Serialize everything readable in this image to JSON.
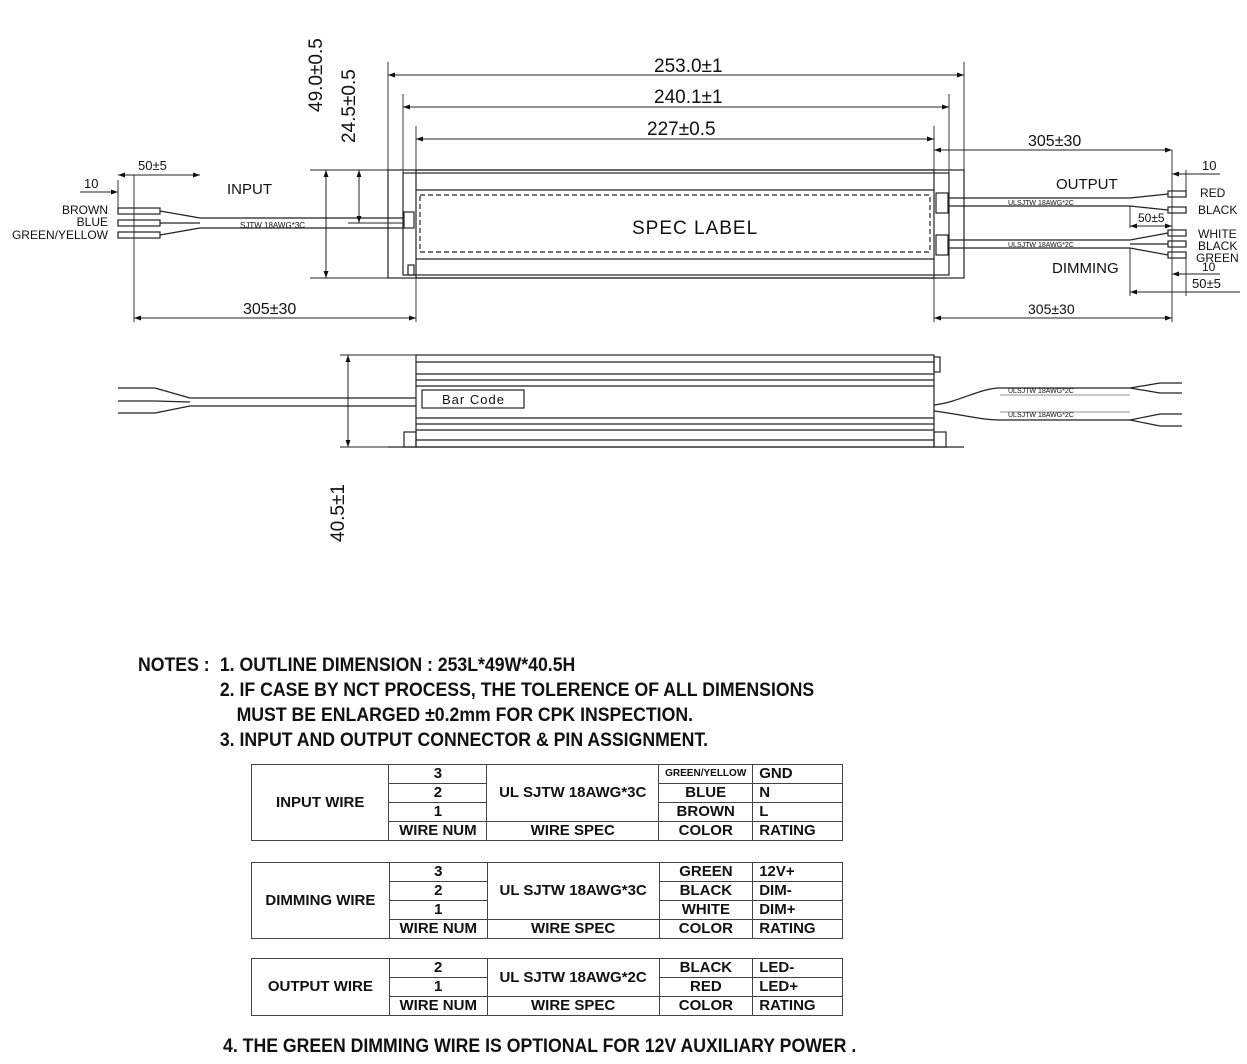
{
  "drawing": {
    "top_view": {
      "dims": {
        "overall_length": "253.0±1",
        "mount_length": "240.1±1",
        "body_length": "227±0.5",
        "height": "49.0±0.5",
        "half_height": "24.5±0.5",
        "input_cable_length": "305±30",
        "output_cable_length_top": "305±30",
        "output_cable_length_bottom": "305±30",
        "input_strip": "50±5",
        "input_tip": "10",
        "output_tip_top": "10",
        "output_strip_top": "50±5",
        "dimming_tip": "10",
        "dimming_strip": "50±5"
      },
      "labels": {
        "input": "INPUT",
        "output": "OUTPUT",
        "dimming": "DIMMING",
        "spec_label": "SPEC LABEL",
        "input_cable": "SJTW 18AWG*3C",
        "output_cable": "ULSJTW 18AWG*2C",
        "dimming_cable": "ULSJTW 18AWG*2C"
      },
      "input_wires": [
        "BROWN",
        "BLUE",
        "GREEN/YELLOW"
      ],
      "output_wires": [
        "RED",
        "BLACK"
      ],
      "dimming_wires": [
        "WHITE",
        "BLACK",
        "GREEN"
      ]
    },
    "side_view": {
      "height_dim": "40.5±1",
      "bar_code": "Bar Code",
      "cable_top": "ULSJTW 18AWG*2C",
      "cable_bottom": "ULSJTW 18AWG*2C"
    }
  },
  "notes": {
    "prefix": "NOTES :",
    "n1": "1. OUTLINE DIMENSION : 253L*49W*40.5H",
    "n2a": "2. IF CASE BY NCT PROCESS, THE TOLERENCE OF ALL DIMENSIONS",
    "n2b": "MUST BE ENLARGED  ±0.2mm FOR CPK INSPECTION.",
    "n3": "3. INPUT AND OUTPUT CONNECTOR & PIN ASSIGNMENT.",
    "n4": "4. THE GREEN DIMMING WIRE IS OPTIONAL FOR 12V AUXILIARY POWER ."
  },
  "tables": {
    "headers": {
      "num": "WIRE NUM",
      "spec": "WIRE SPEC",
      "color": "COLOR",
      "rating": "RATING"
    },
    "input": {
      "name": "INPUT WIRE",
      "spec": "UL SJTW 18AWG*3C",
      "rows": [
        {
          "num": "3",
          "color": "GREEN/YELLOW",
          "rating": "GND"
        },
        {
          "num": "2",
          "color": "BLUE",
          "rating": "N"
        },
        {
          "num": "1",
          "color": "BROWN",
          "rating": "L"
        }
      ]
    },
    "dimming": {
      "name": "DIMMING WIRE",
      "spec": "UL SJTW 18AWG*3C",
      "rows": [
        {
          "num": "3",
          "color": "GREEN",
          "rating": "12V+"
        },
        {
          "num": "2",
          "color": "BLACK",
          "rating": "DIM-"
        },
        {
          "num": "1",
          "color": "WHITE",
          "rating": "DIM+"
        }
      ]
    },
    "output": {
      "name": "OUTPUT WIRE",
      "spec": "UL SJTW 18AWG*2C",
      "rows": [
        {
          "num": "2",
          "color": "BLACK",
          "rating": "LED-"
        },
        {
          "num": "1",
          "color": "RED",
          "rating": "LED+"
        }
      ]
    }
  }
}
